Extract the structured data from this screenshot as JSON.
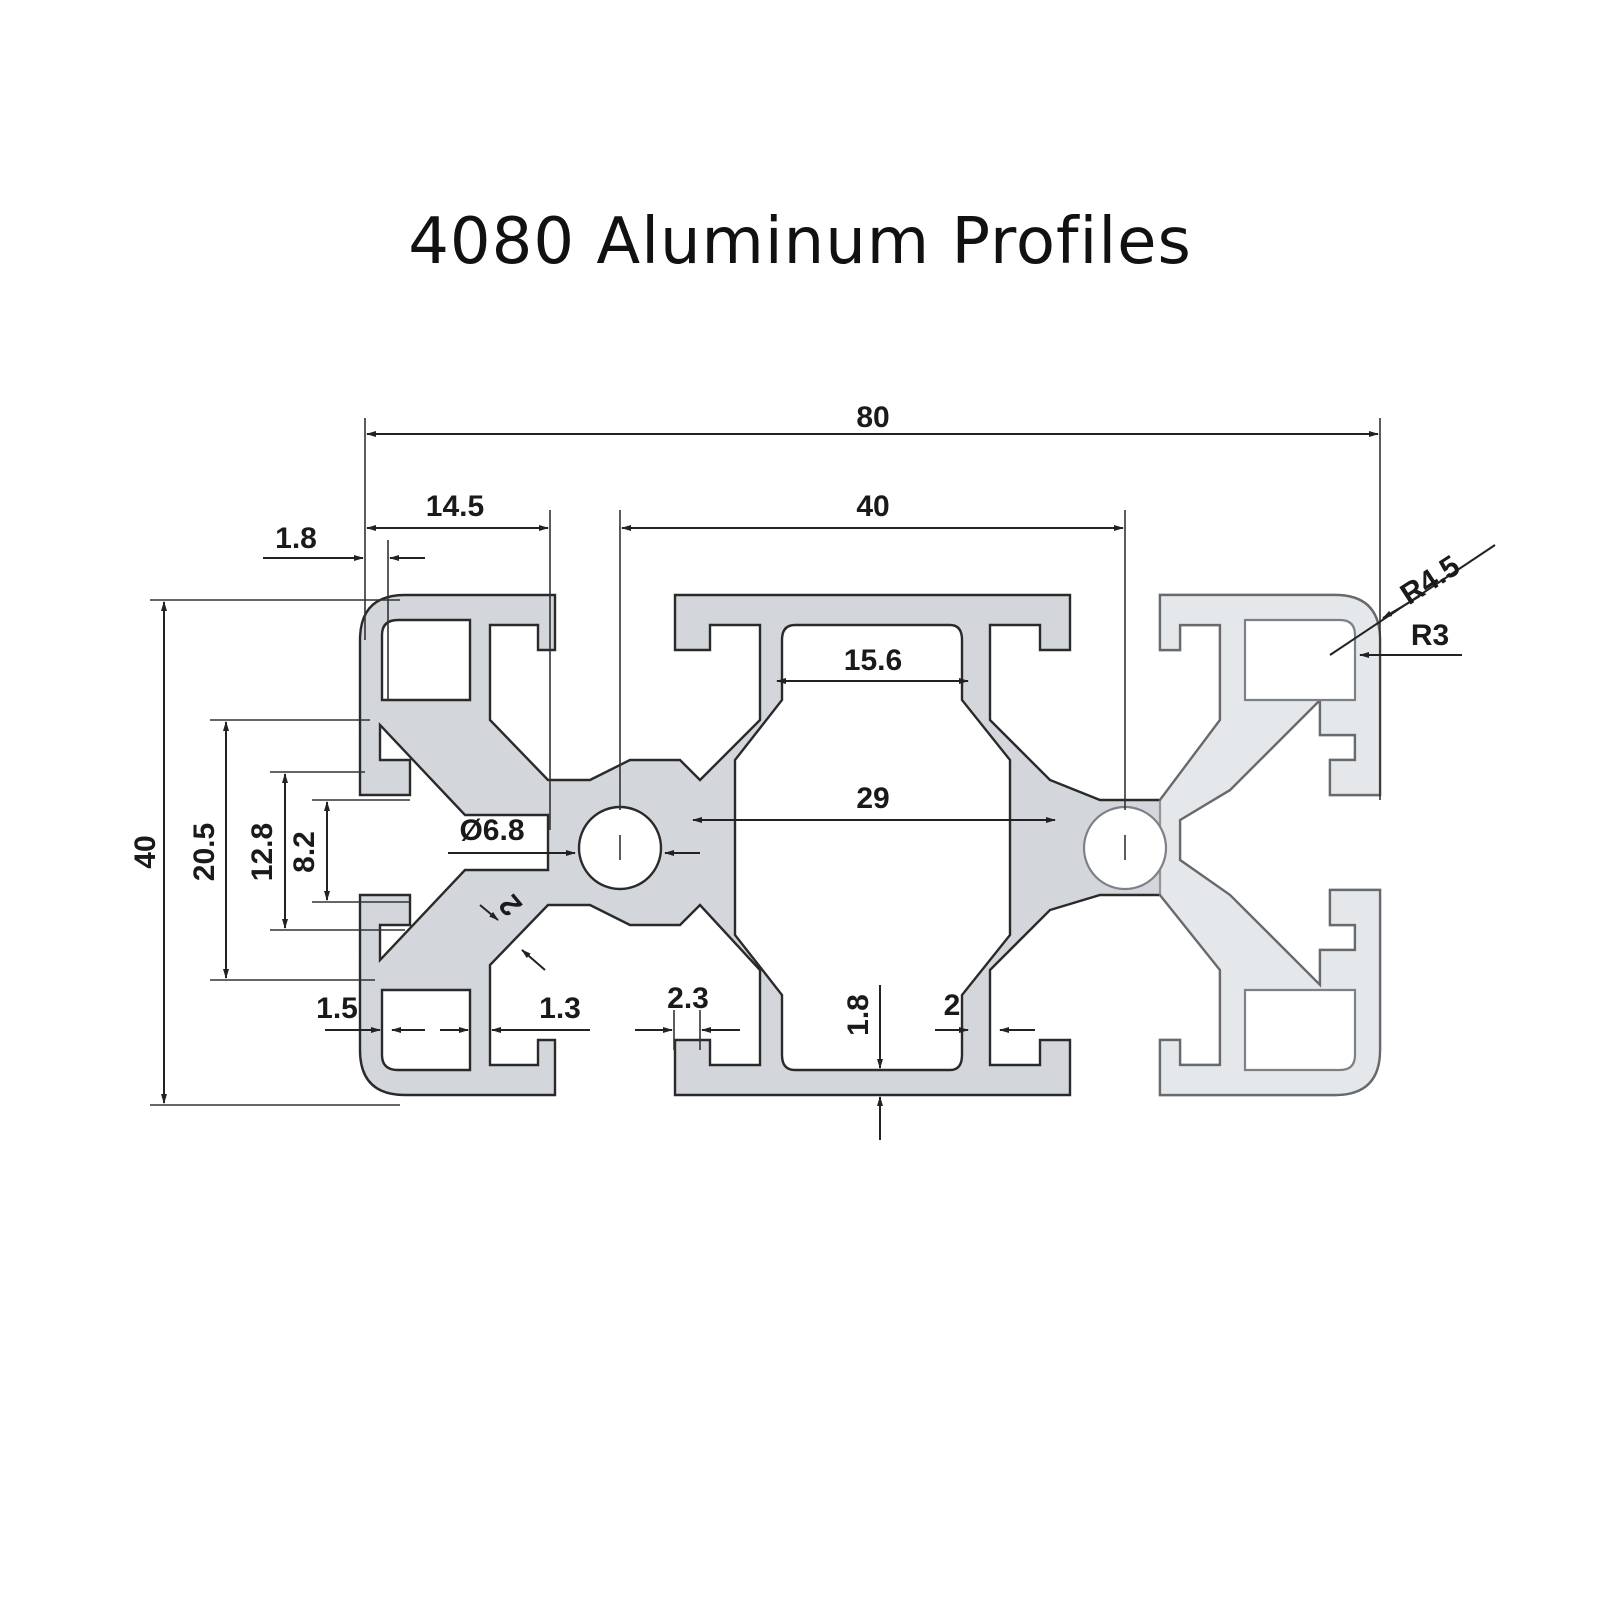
{
  "title": "4080 Aluminum Profiles",
  "dimensions": {
    "overall_width": "80",
    "slot_offset": "14.5",
    "lip_thickness_top": "1.8",
    "center_spacing": "40",
    "radius_outer": "R4.5",
    "radius_inner": "R3",
    "inner_top_width": "15.6",
    "inner_center_width": "29",
    "hole_diameter": "Ø6.8",
    "overall_height": "40",
    "slot_height_outer": "20.5",
    "slot_height_mid": "12.8",
    "slot_opening": "8.2",
    "web_thickness": "2",
    "wall_1_5": "1.5",
    "wall_1_3": "1.3",
    "lip_2_3": "2.3",
    "bottom_wall": "1.8",
    "wall_2": "2"
  },
  "colors": {
    "profile_fill": "#d3d6da",
    "profile_fill_light": "#eceef0",
    "outline": "#2a2a2a",
    "text": "#111111"
  }
}
